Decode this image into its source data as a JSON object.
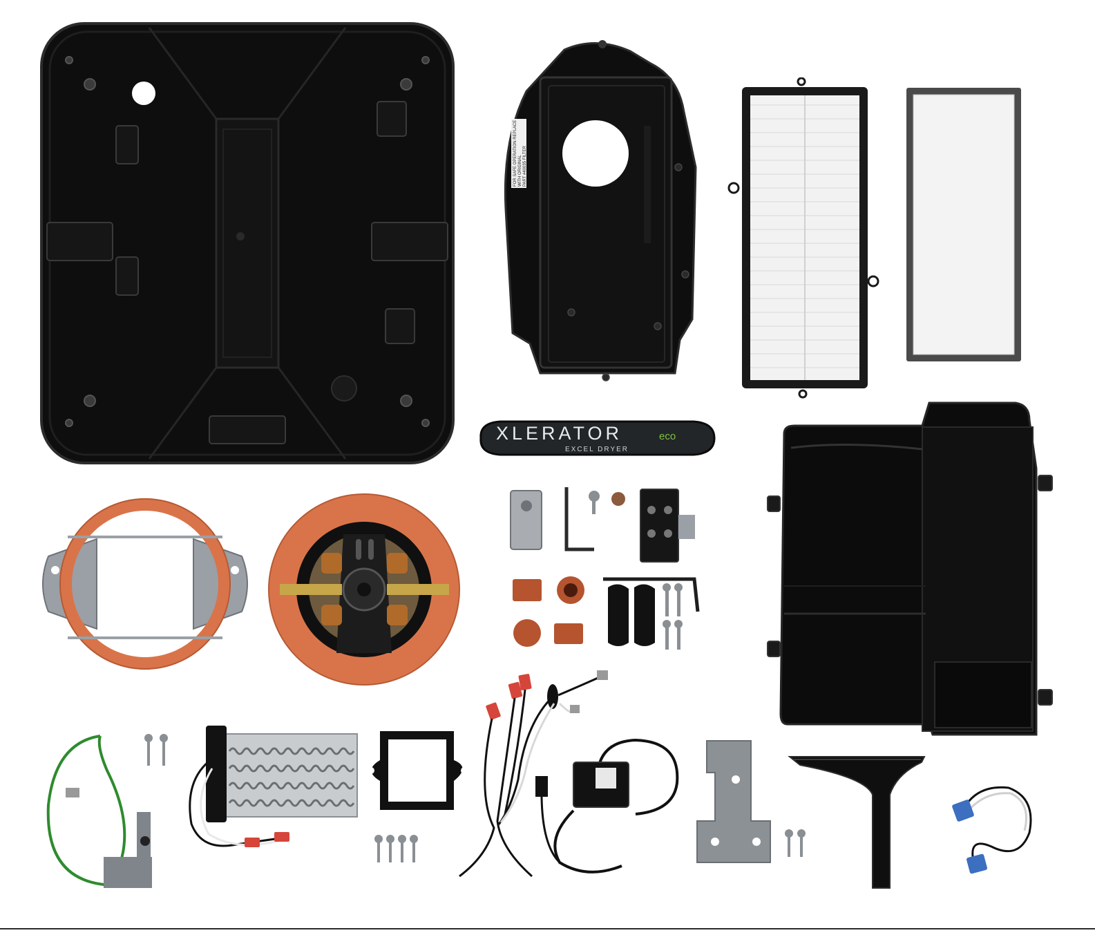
{
  "image": {
    "kind": "product-parts-layout",
    "background": "#ffffff"
  },
  "badge": {
    "brand": "XLERATOR",
    "suffix": "eco",
    "subtitle": "EXCEL DRYER"
  },
  "housing_label": {
    "lines": [
      "FOR SAFE OPERATION REPLACE",
      "WITH ORIGINAL",
      "PART #40035 FILTER"
    ]
  },
  "colors": {
    "plastic": "#0e0e0e",
    "plastic_edge": "#2c2c2c",
    "gasket": "#d9744a",
    "metal": "#9aa0a6",
    "filter_white": "#f2f2f2",
    "eco_green": "#7cc242",
    "wire_green": "#2e8b2e",
    "wire_red": "#d6453a"
  },
  "parts": [
    "back-plate",
    "fan-housing",
    "hepa-filter",
    "mesh-filter",
    "badge",
    "motor-cover",
    "gasket-ring",
    "motor-assembly",
    "mounting-hardware",
    "rubber-grommets",
    "ground-wire",
    "heater-element",
    "square-gasket",
    "wire-harness",
    "sensor-module",
    "metal-bracket",
    "nozzle",
    "thermostat-lead"
  ]
}
